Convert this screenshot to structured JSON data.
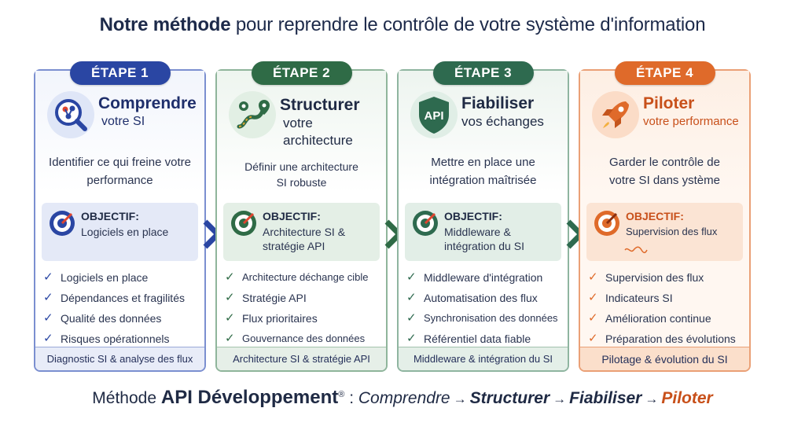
{
  "header": {
    "title_strong": "Notre méthode",
    "title_rest": "pour reprendre le contrôle de votre système d'information"
  },
  "colors": {
    "blue": "#2a46a3",
    "green": "#2f6b46",
    "teal": "#2e6a4f",
    "orange": "#df6a2a"
  },
  "steps": [
    {
      "badge": "ÉTAPE 1",
      "icon": "magnifier-network-icon",
      "title": "Comprendre",
      "subtitle": "votre SI",
      "description": "Identifier ce qui freine votre performance",
      "objective_label": "OBJECTIF:",
      "objective_text": "Logiciels en place",
      "items": [
        "Logiciels en place",
        "Dépendances et fragilités",
        "Qualité des données",
        "Risques opérationnels"
      ],
      "footer": "Diagnostic SI & analyse des flux"
    },
    {
      "badge": "ÉTAPE 2",
      "icon": "route-pin-icon",
      "title": "Structurer",
      "subtitle": "votre architecture",
      "description": "Définir une architecture SI robuste",
      "objective_label": "OBJECTIF:",
      "objective_text": "Architecture SI & stratégie API",
      "items": [
        "Architecture déchange cible",
        "Stratégie API",
        "Flux prioritaires",
        "Gouvernance des données"
      ],
      "footer": "Architecture SI & stratégie API"
    },
    {
      "badge": "ÉTAPE 3",
      "icon": "api-shield-icon",
      "title": "Fiabiliser",
      "subtitle": "vos échanges",
      "description": "Mettre en place une intégration maîtrisée",
      "objective_label": "OBJECTIF:",
      "objective_text": "Middleware & intégration du SI",
      "items": [
        "Middleware d'intégration",
        "Automatisation des flux",
        "Synchronisation des données",
        "Référentiel data fiable"
      ],
      "footer": "Middleware & intégration du SI"
    },
    {
      "badge": "ÉTAPE 4",
      "icon": "rocket-icon",
      "title": "Piloter",
      "subtitle": "votre performance",
      "description": "Garder le contrôle de votre SI dans ystème",
      "objective_label": "OBJECTIF:",
      "objective_text": "Supervision des flux",
      "items": [
        "Supervision des flux",
        "Indicateurs SI",
        "Amélioration continue",
        "Préparation des évolutions"
      ],
      "footer": "Pilotage & évolution du SI"
    }
  ],
  "footer": {
    "prefix": "Méthode",
    "brand": "API Développement",
    "reg": "®",
    "colon": ":",
    "flow": [
      "Comprendre",
      "Structurer",
      "Fiabiliser",
      "Piloter"
    ],
    "arrow": "→"
  }
}
